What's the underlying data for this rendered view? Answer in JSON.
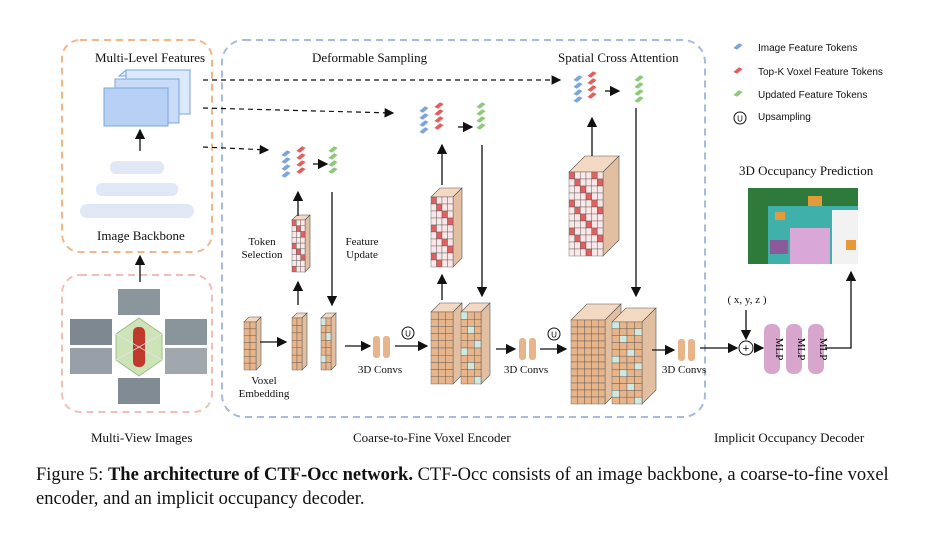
{
  "figure": {
    "sections": {
      "backbone_features": "Multi-Level Features",
      "image_backbone": "Image Backbone",
      "multi_view": "Multi-View Images",
      "deformable": "Deformable Sampling",
      "spatial_attention": "Spatial Cross Attention",
      "encoder": "Coarse-to-Fine Voxel Encoder",
      "decoder": "Implicit Occupancy Decoder",
      "prediction": "3D Occupancy Prediction"
    },
    "labels": {
      "token_selection": "Token\nSelection",
      "feature_update": "Feature\nUpdate",
      "voxel_embedding": "Voxel\nEmbedding",
      "convs_1": "3D Convs",
      "convs_2": "3D Convs",
      "convs_3": "3D Convs",
      "query": "( x, y, z )",
      "mlp": "MLP",
      "upsampling_symbol": "U",
      "plus_symbol": "+"
    },
    "legend": [
      {
        "label": "Image Feature Tokens",
        "color": "#7aa6dc",
        "icon": "blue-token-icon"
      },
      {
        "label": "Top-K Voxel Feature Tokens",
        "color": "#e06060",
        "icon": "red-token-icon"
      },
      {
        "label": "Updated Feature Tokens",
        "color": "#8ec97a",
        "icon": "green-token-icon"
      },
      {
        "label": "Upsampling",
        "color": "#000000",
        "icon": "upsampling-icon"
      }
    ],
    "colors": {
      "backbone_border": "#f0b88a",
      "images_border": "#f0c0b8",
      "encoder_border": "#a9b9e0",
      "voxel": "#e8b48a",
      "mlp": "#d8a6cc"
    }
  },
  "caption": {
    "prefix": "Figure 5: ",
    "title": "The architecture of CTF-Occ network.",
    "body": " CTF-Occ consists of an image backbone, a coarse-to-fine voxel encoder, and an implicit occupancy decoder."
  }
}
